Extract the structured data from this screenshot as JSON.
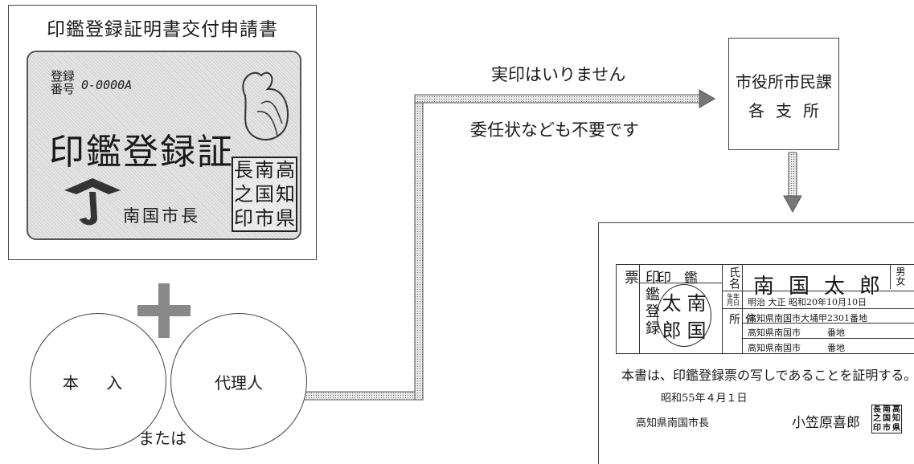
{
  "application": {
    "title": "印鑑登録証明書交付申請書",
    "card": {
      "reg_label": "登録番号",
      "reg_no": "0-0000A",
      "main_text": "印鑑登録証",
      "mayor_text": "南国市長",
      "seal_chars": [
        "長",
        "南",
        "高",
        "之",
        "国",
        "知",
        "印",
        "市",
        "県"
      ]
    }
  },
  "applicants": {
    "self": "本 入",
    "agent": "代理人",
    "or_text": "または"
  },
  "messages": {
    "line1": "実印はいりません",
    "line2": "委任状なども不要です"
  },
  "office": {
    "line1": "市役所市民課",
    "line2": "各支所"
  },
  "issued_certificate": {
    "side_label": "印鑑登録票",
    "seal_header": "印鑑",
    "seal_chars": [
      "太",
      "南",
      "郎",
      "国"
    ],
    "name_label": "氏名",
    "name": "南国太郎",
    "sex": "男女",
    "dob_label": "生年月日",
    "dob": "明治 大正 昭和20年10月10日",
    "address_label": "住所",
    "addresses": [
      "高知県南国市大埇甲2301番地",
      "高知県南国市　　　番地",
      "高知県南国市　　　番地"
    ],
    "statement": "本書は、印鑑登録票の写しであることを証明する。",
    "date": "昭和55年４月１日",
    "mayor_title": "高知県南国市長",
    "mayor_name": "小笠原喜郎",
    "seal2_chars": [
      "長",
      "南",
      "高",
      "之",
      "国",
      "知",
      "印",
      "市",
      "県"
    ]
  }
}
